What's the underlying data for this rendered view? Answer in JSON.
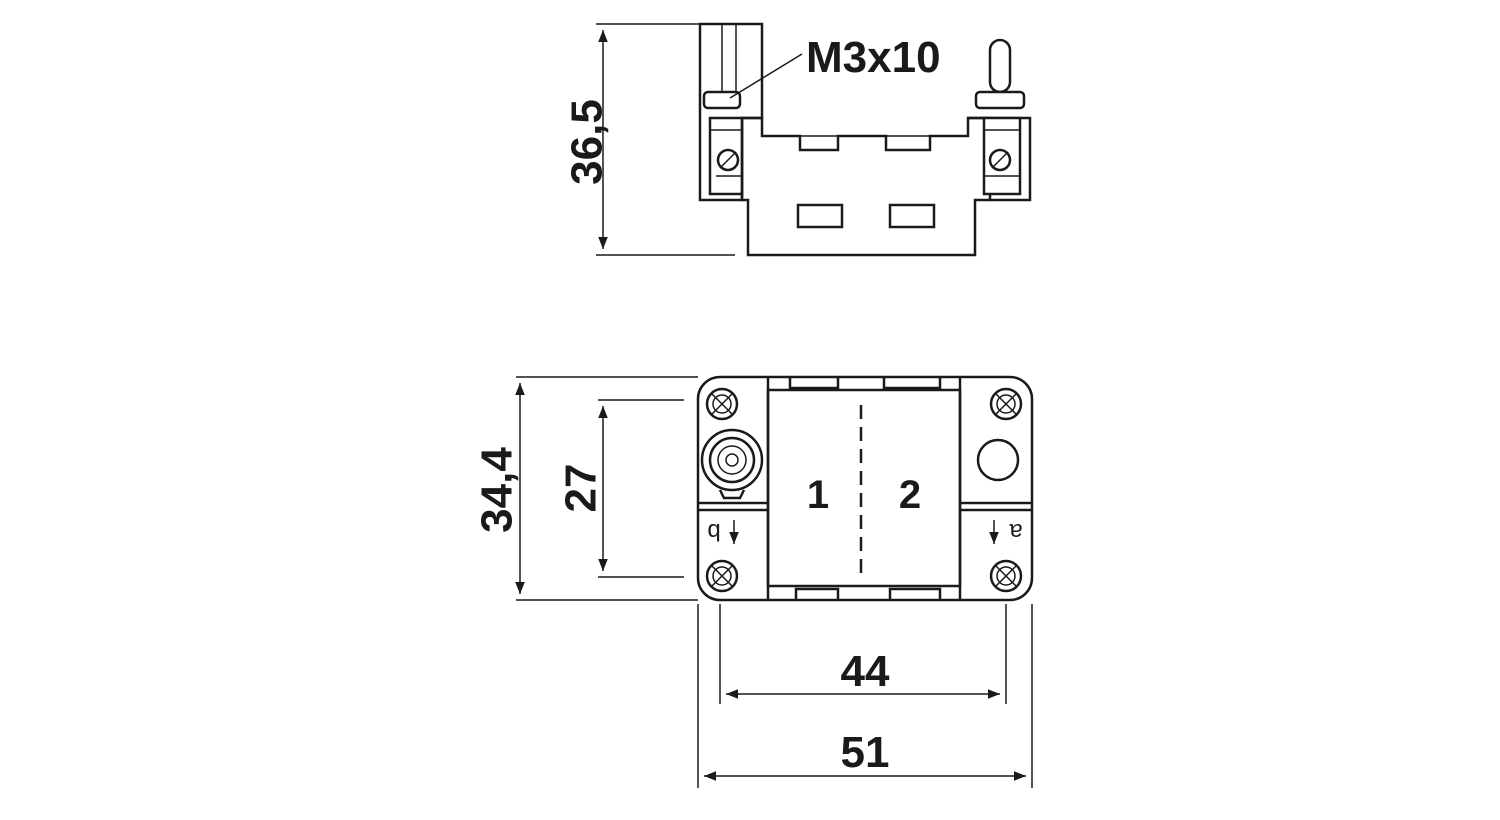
{
  "dimensions": {
    "height_side": "36,5",
    "height_total": "34,4",
    "height_inner": "27",
    "width_inner": "44",
    "width_total": "51"
  },
  "labels": {
    "screw": "M3x10",
    "contact_1": "1",
    "contact_2": "2",
    "marker_b": "b",
    "marker_a": "a"
  },
  "colors": {
    "line": "#1a1a1a",
    "background": "#ffffff"
  }
}
